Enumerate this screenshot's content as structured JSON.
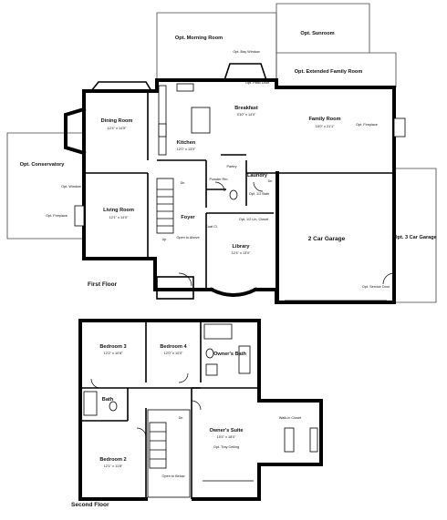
{
  "rooms": {
    "morning_room": "Opt. Morning Room",
    "sunroom": "Opt. Sunroom",
    "bay_window": "Opt. Bay Window",
    "patio_door": "Opt. Patio Door",
    "extended_family_room": "Opt. Extended Family Room",
    "dining_room": "Dining Room",
    "dining_dim": "12'4\" x 14'5\"",
    "breakfast": "Breakfast",
    "breakfast_dim": "9'10\" x 14'0\"",
    "family_room": "Family Room",
    "family_dim": "16'0\" x 21'1\"",
    "fireplace_family": "Opt. Fireplace",
    "kitchen": "Kitchen",
    "kitchen_dim": "12'0\" x 13'0\"",
    "pantry": "Pantry",
    "laundry": "Laundry",
    "conservatory": "Opt. Conservatory",
    "window": "Opt. Window",
    "fireplace_living": "Opt. Fireplace",
    "living_room": "Living Room",
    "living_dim": "12'1\" x 14'0\"",
    "powder_rm": "Powder Rm.",
    "foyer": "Foyer",
    "open_above": "Open to Above",
    "coat_cl": "Coat Cl.",
    "up": "Up",
    "dn": "Dn",
    "coat_cl_lin": "Opt. 1/2 Lin. Closet",
    "opt_bath": "Opt. 1/2 Bath",
    "dn_laundry": "Dn",
    "library": "Library",
    "library_dim": "12'4\" x 13'0\"",
    "garage": "2 Car Garage",
    "opt_garage": "Opt. 3 Car Garage",
    "service_door": "Opt. Service Door",
    "first_floor": "First Floor",
    "bedroom3": "Bedroom 3",
    "bedroom3_dim": "12'2\" x 10'8\"",
    "bedroom4": "Bedroom 4",
    "bedroom4_dim": "12'0\" x 10'0\"",
    "owners_bath": "Owner's Bath",
    "bath": "Bath",
    "walkin_closet": "Walk-in Closet",
    "owners_suite": "Owner's Suite",
    "owners_dim": "15'4\" x 18'0\"",
    "tray_ceiling": "Opt. Tray Ceiling",
    "bedroom2": "Bedroom 2",
    "bedroom2_dim": "12'1\" x 11'8\"",
    "open_below": "Open to Below",
    "dn2": "Dn",
    "second_floor": "Second Floor"
  }
}
